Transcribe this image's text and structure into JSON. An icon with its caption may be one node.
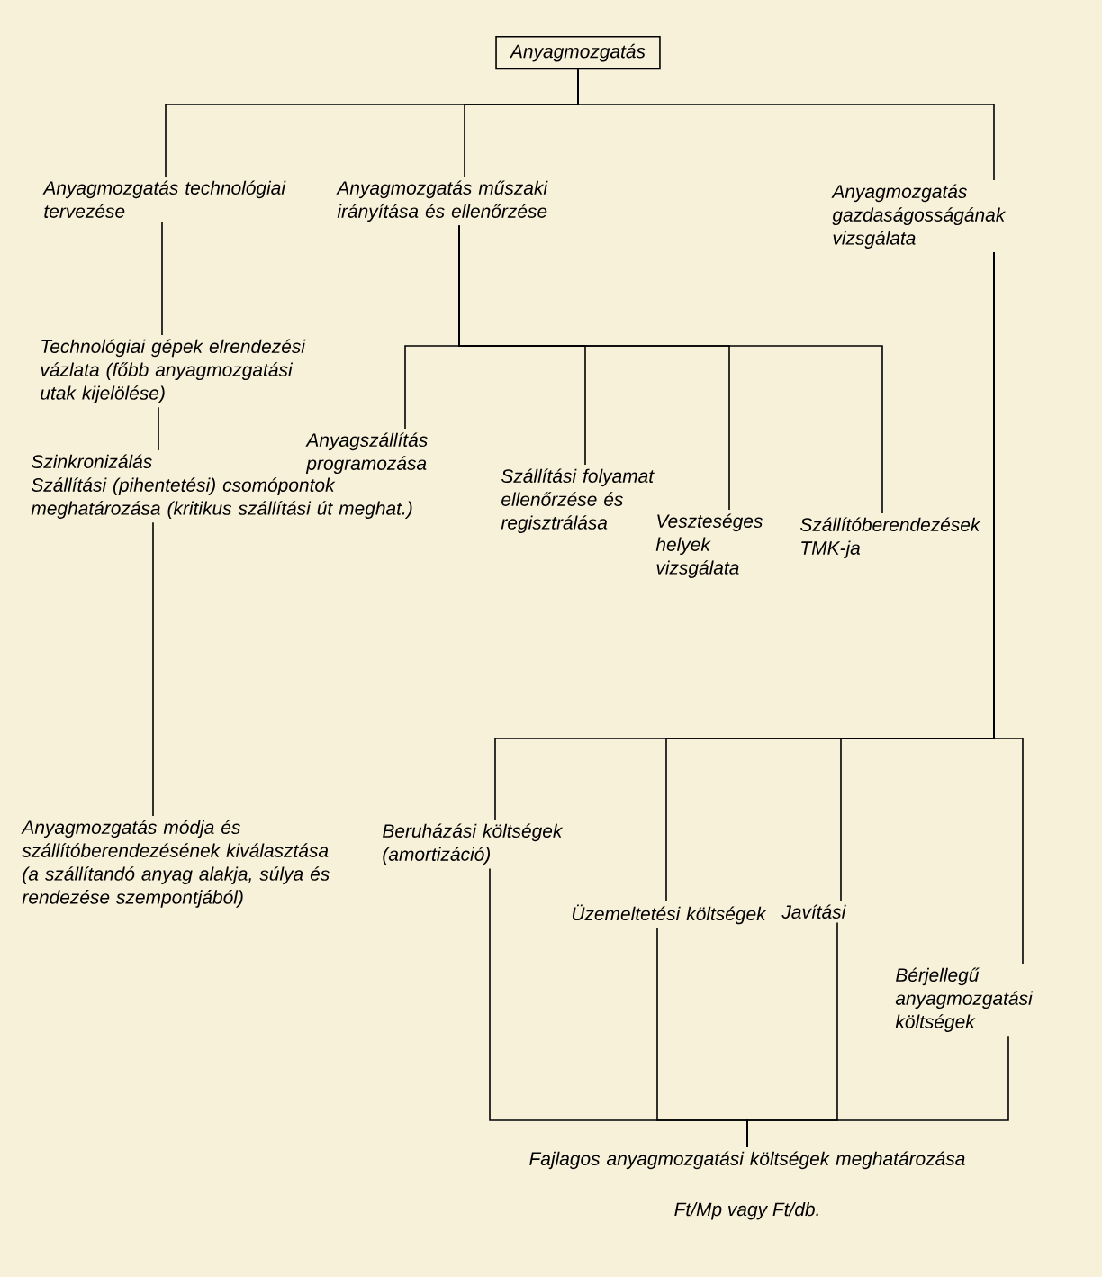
{
  "diagram": {
    "nodes": [
      {
        "text": [
          "Anyagmozgatás"
        ]
      },
      {
        "text": [
          "Anyagmozgatás technológiai tervezése"
        ]
      },
      {
        "text": [
          "Anyagmozgatás műszaki irányítása és ellenőrzése"
        ]
      },
      {
        "text": [
          "Anyagmozgatás gazdaságosságának vizsgálata"
        ]
      },
      {
        "text": [
          "Technológiai gépek elrendezési vázlata (főbb anyagmozgatási utak kijelölése)"
        ]
      },
      {
        "text": [
          "Szinkronizálás",
          "Szállítási (pihentetési) csomópontok meghatározása (kritikus szállítási út meghat.)"
        ]
      },
      {
        "text": [
          "Anyagmozgatás módja és szállítóberendezésének kiválasztása",
          "(a szállítandó anyag alakja, súlya és rendezése szempontjából)"
        ]
      },
      {
        "text": [
          "Anyagszállítás programozása"
        ]
      },
      {
        "text": [
          "Szállítási folyamat ellenőrzése és regisztrálása"
        ]
      },
      {
        "text": [
          "Veszteséges helyek vizsgálata"
        ]
      },
      {
        "text": [
          "Szállítóberendezések TMK-ja"
        ]
      },
      {
        "text": [
          "Beruházási költségek (amortizáció)"
        ]
      },
      {
        "text": [
          "Üzemeltetési költségek"
        ]
      },
      {
        "text": [
          "Javítási"
        ]
      },
      {
        "text": [
          "Bérjellegű anyagmozgatási költségek"
        ]
      },
      {
        "text": [
          "Fajlagos anyagmozgatási költségek meghatározása"
        ],
        "beside": [
          "Ft/Mp vagy Ft/db."
        ]
      }
    ],
    "edges": [
      {
        "from": 0,
        "to": 1,
        "arrow": "none"
      },
      {
        "from": 0,
        "to": 2,
        "arrow": "none"
      },
      {
        "from": 0,
        "to": 3,
        "arrow": "none"
      },
      {
        "from": 1,
        "to": 4,
        "arrow": "none"
      },
      {
        "from": 4,
        "to": 5,
        "arrow": "none"
      },
      {
        "from": 5,
        "to": 6,
        "arrow": "none"
      },
      {
        "from": 2,
        "to": 7,
        "arrow": "none"
      },
      {
        "from": 2,
        "to": 8,
        "arrow": "none"
      },
      {
        "from": 2,
        "to": 9,
        "arrow": "none"
      },
      {
        "from": 2,
        "to": 10,
        "arrow": "none"
      },
      {
        "from": 3,
        "to": 11,
        "arrow": "none"
      },
      {
        "from": 3,
        "to": 12,
        "arrow": "none"
      },
      {
        "from": 3,
        "to": 13,
        "arrow": "none"
      },
      {
        "from": 3,
        "to": 14,
        "arrow": "none"
      },
      {
        "from": 11,
        "to": 15,
        "arrow": "none"
      },
      {
        "from": 12,
        "to": 15,
        "arrow": "none"
      },
      {
        "from": 13,
        "to": 15,
        "arrow": "none"
      },
      {
        "from": 14,
        "to": 15,
        "arrow": "none"
      }
    ]
  }
}
